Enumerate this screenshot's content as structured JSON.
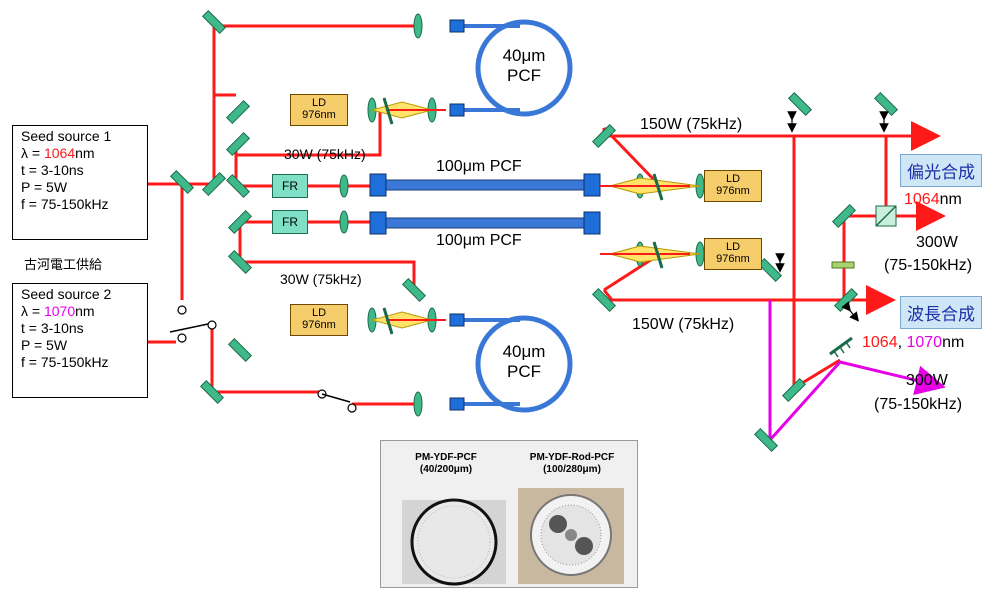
{
  "seed1": {
    "title": "Seed source 1",
    "lambda_prefix": "λ = ",
    "lambda_value": "1064",
    "lambda_unit": "nm",
    "t": "t  = 3-10ns",
    "p": "P  = 5W",
    "f": "f  = 75-150kHz"
  },
  "supplier_note": "古河電工供給",
  "seed2": {
    "title": "Seed source 2",
    "lambda_prefix": "λ = ",
    "lambda_value": "1070",
    "lambda_unit": "nm",
    "t": "t  = 3-10ns",
    "p": "P  = 5W",
    "f": "f  = 75-150kHz"
  },
  "ld": {
    "line1": "LD",
    "line2": "976nm"
  },
  "fr": "FR",
  "pcf40_line1": "40μm",
  "pcf40_line2": "PCF",
  "pcf100": "100μm PCF",
  "pre_amp_power": "30W (75kHz)",
  "pre_amp_power2": "30W (75kHz)",
  "amp_power_top": "150W (75kHz)",
  "amp_power_bottom": "150W  (75kHz)",
  "polarization": {
    "tag": "偏光合成",
    "wavelength_red": "1064",
    "wavelength_unit": "nm",
    "power": "300W",
    "freq": "(75-150kHz)"
  },
  "wavelength_combining": {
    "tag": "波長合成",
    "wl1": "1064",
    "sep": ", ",
    "wl2": "1070",
    "wavelength_unit": "nm",
    "power": "300W",
    "freq": "(75-150kHz)"
  },
  "photo1": {
    "title1": "PM-YDF-PCF",
    "title2": "(40/200μm)"
  },
  "photo2": {
    "title1": "PM-YDF-Rod-PCF",
    "title2": "(100/280μm)"
  },
  "colors": {
    "beam": "#ff1a1a",
    "beam_magenta": "#e600e6",
    "fiber": "#3a78d8",
    "mirror": "#3fb98a"
  }
}
